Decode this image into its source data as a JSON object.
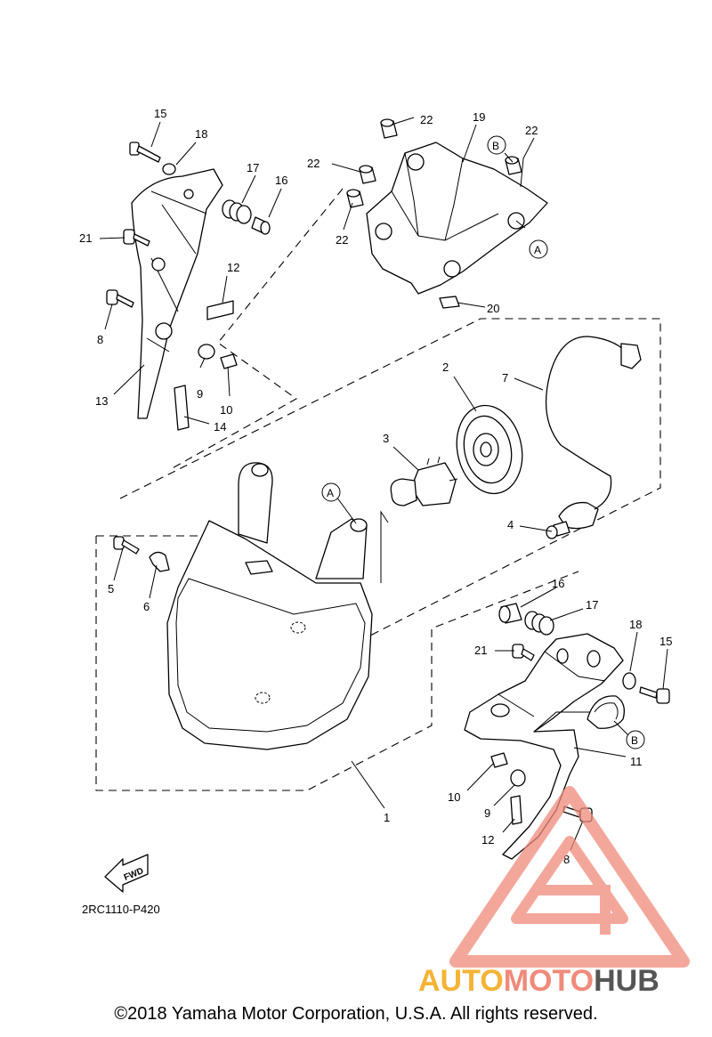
{
  "diagram_code": "2RC1110-P420",
  "copyright": "©2018 Yamaha Motor Corporation, U.S.A. All rights reserved.",
  "fwd_label": "FWD",
  "ref_labels": {
    "a": "A",
    "b": "B"
  },
  "watermark": {
    "part1": "AUTO",
    "part2": "MOTO",
    "part3": "HUB",
    "color1": "#f5b335",
    "color2": "#f08a7a",
    "color3": "#555555"
  },
  "callouts": {
    "c1": "1",
    "c2": "2",
    "c3": "3",
    "c4": "4",
    "c5": "5",
    "c6": "6",
    "c7": "7",
    "c8": "8",
    "c9": "9",
    "c10": "10",
    "c11": "11",
    "c12": "12",
    "c13": "13",
    "c14": "14",
    "c15": "15",
    "c16": "16",
    "c17": "17",
    "c18": "18",
    "c19": "19",
    "c20": "20",
    "c21": "21",
    "c22": "22"
  }
}
